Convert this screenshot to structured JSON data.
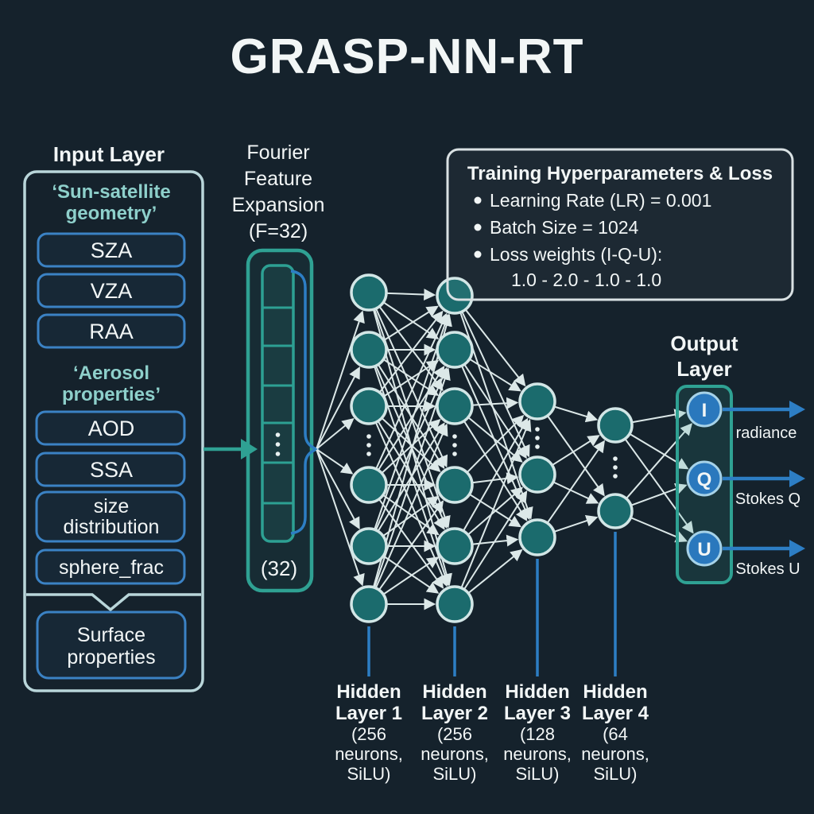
{
  "title": "GRASP-NN-RT",
  "input_layer": {
    "title": "Input Layer",
    "geometry_group": {
      "header_line1": "‘Sun-satellite",
      "header_line2": "geometry’",
      "items": [
        "SZA",
        "VZA",
        "RAA"
      ]
    },
    "aerosol_group": {
      "header_line1": "‘Aerosol",
      "header_line2": "properties’",
      "items": [
        "AOD",
        "SSA"
      ],
      "size_box_line1": "size",
      "size_box_line2": "distribution",
      "sphere_box": "sphere_frac"
    },
    "surface_box_line1": "Surface",
    "surface_box_line2": "properties"
  },
  "fourier": {
    "label_line1": "Fourier",
    "label_line2": "Feature",
    "label_line3": "Expansion",
    "label_line4": "(F=32)",
    "count": "(32)"
  },
  "hyperparams": {
    "title": "Training Hyperparameters & Loss",
    "bullet1": "Learning Rate (LR) = 0.001",
    "bullet2": "Batch Size = 1024",
    "bullet3": "Loss weights (I-Q-U):",
    "loss_values": "1.0 - 2.0 - 1.0 - 1.0"
  },
  "hidden_layers": [
    {
      "line1": "Hidden",
      "line2": "Layer 1",
      "line3": "(256",
      "line4": "neurons,",
      "line5": "SiLU)"
    },
    {
      "line1": "Hidden",
      "line2": "Layer 2",
      "line3": "(256",
      "line4": "neurons,",
      "line5": "SiLU)"
    },
    {
      "line1": "Hidden",
      "line2": "Layer 3",
      "line3": "(128",
      "line4": "neurons,",
      "line5": "SiLU)"
    },
    {
      "line1": "Hidden",
      "line2": "Layer 4",
      "line3": "(64",
      "line4": "neurons,",
      "line5": "SiLU)"
    }
  ],
  "output_layer": {
    "title_line1": "Output",
    "title_line2": "Layer",
    "nodes": [
      {
        "label": "I",
        "output": "radiance"
      },
      {
        "label": "Q",
        "output": "Stokes Q"
      },
      {
        "label": "U",
        "output": "Stokes U"
      }
    ]
  },
  "colors": {
    "background": "#15222c",
    "teal_accent": "#2fa193",
    "blue_accent": "#2d7ec4",
    "node_fill": "#1b6b6d",
    "node_border": "#d2e6e6",
    "edge": "#dce8e8",
    "pale_border": "#b9d6da",
    "header_teal": "#8ed0cb",
    "output_node_fill": "#2a78bd",
    "text": "#f2f6f6"
  }
}
